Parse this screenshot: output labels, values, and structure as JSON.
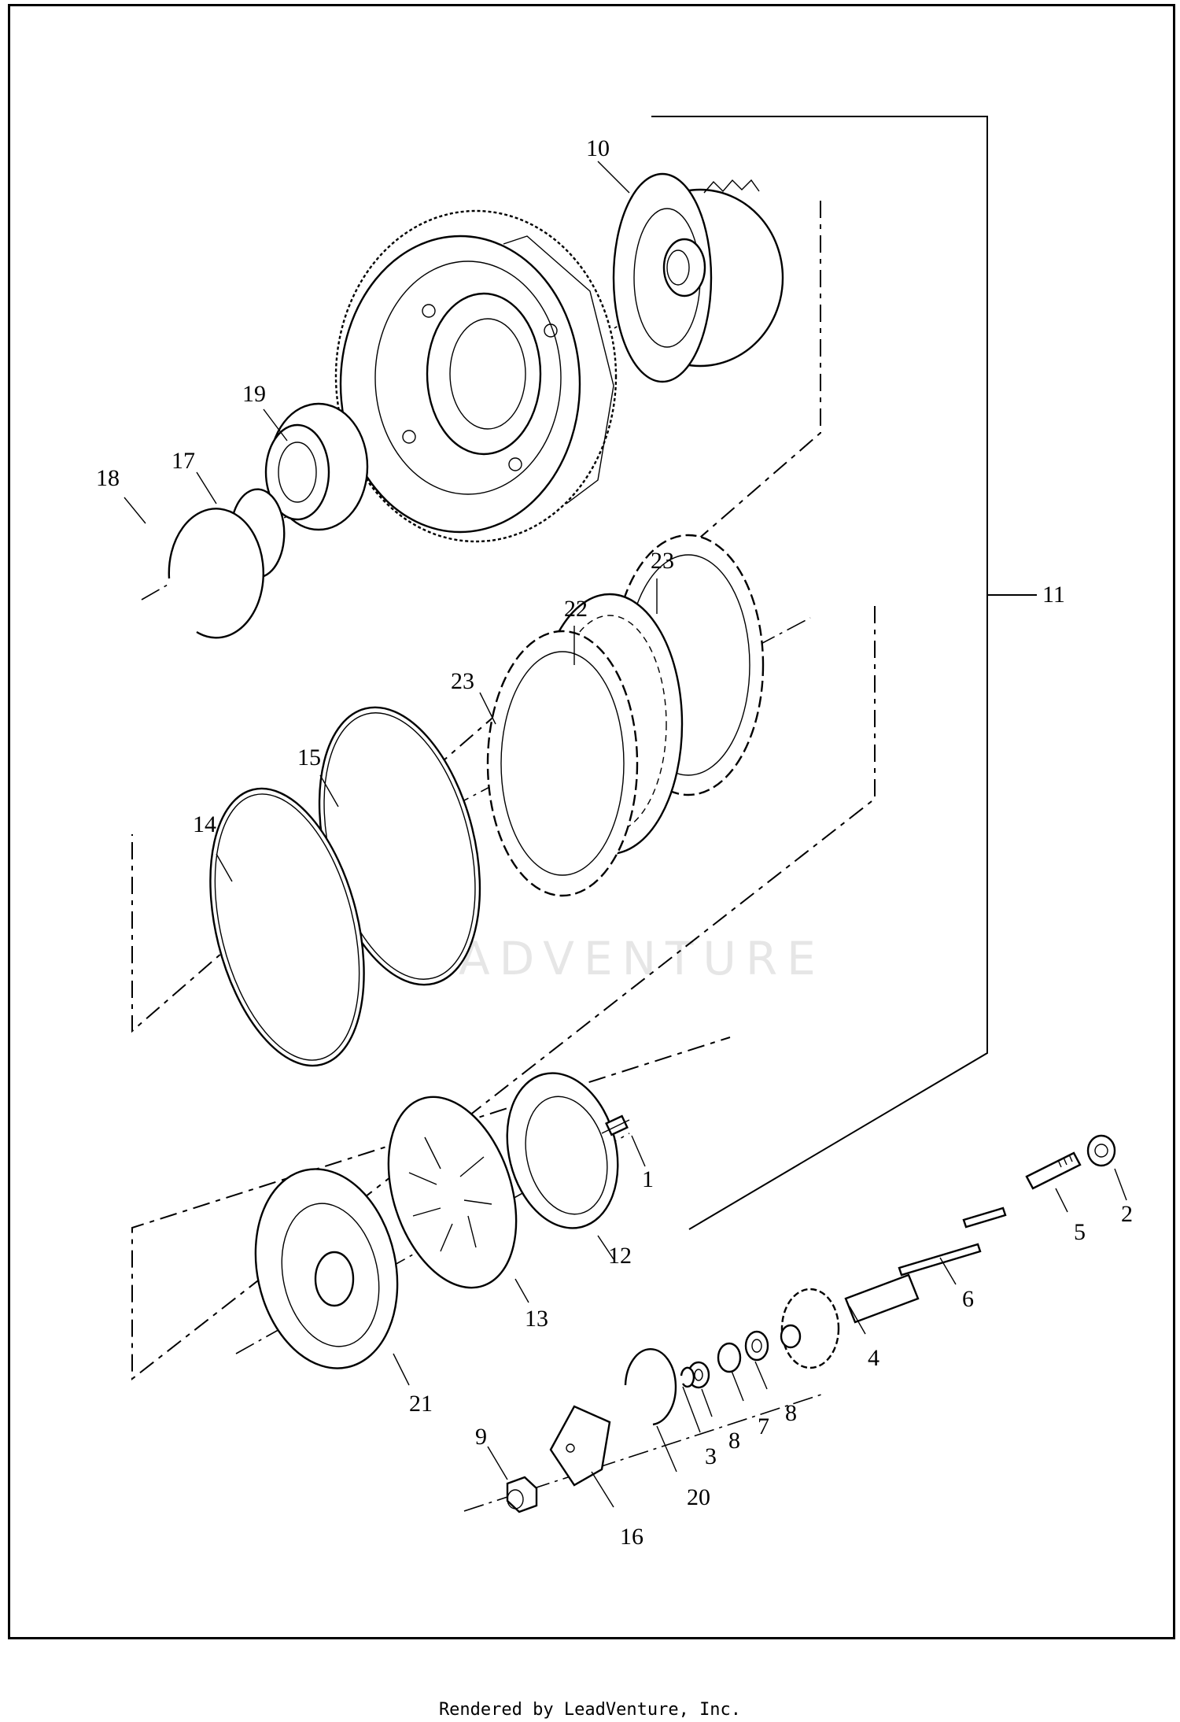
{
  "watermark": {
    "text": "LEADVENTURE"
  },
  "footer": {
    "text": "Rendered by LeadVenture, Inc."
  },
  "callouts": [
    "1",
    "2",
    "3",
    "4",
    "5",
    "6",
    "7",
    "8",
    "8",
    "9",
    "10",
    "11",
    "12",
    "13",
    "14",
    "15",
    "16",
    "17",
    "18",
    "19",
    "20",
    "21",
    "22",
    "23",
    "23"
  ]
}
